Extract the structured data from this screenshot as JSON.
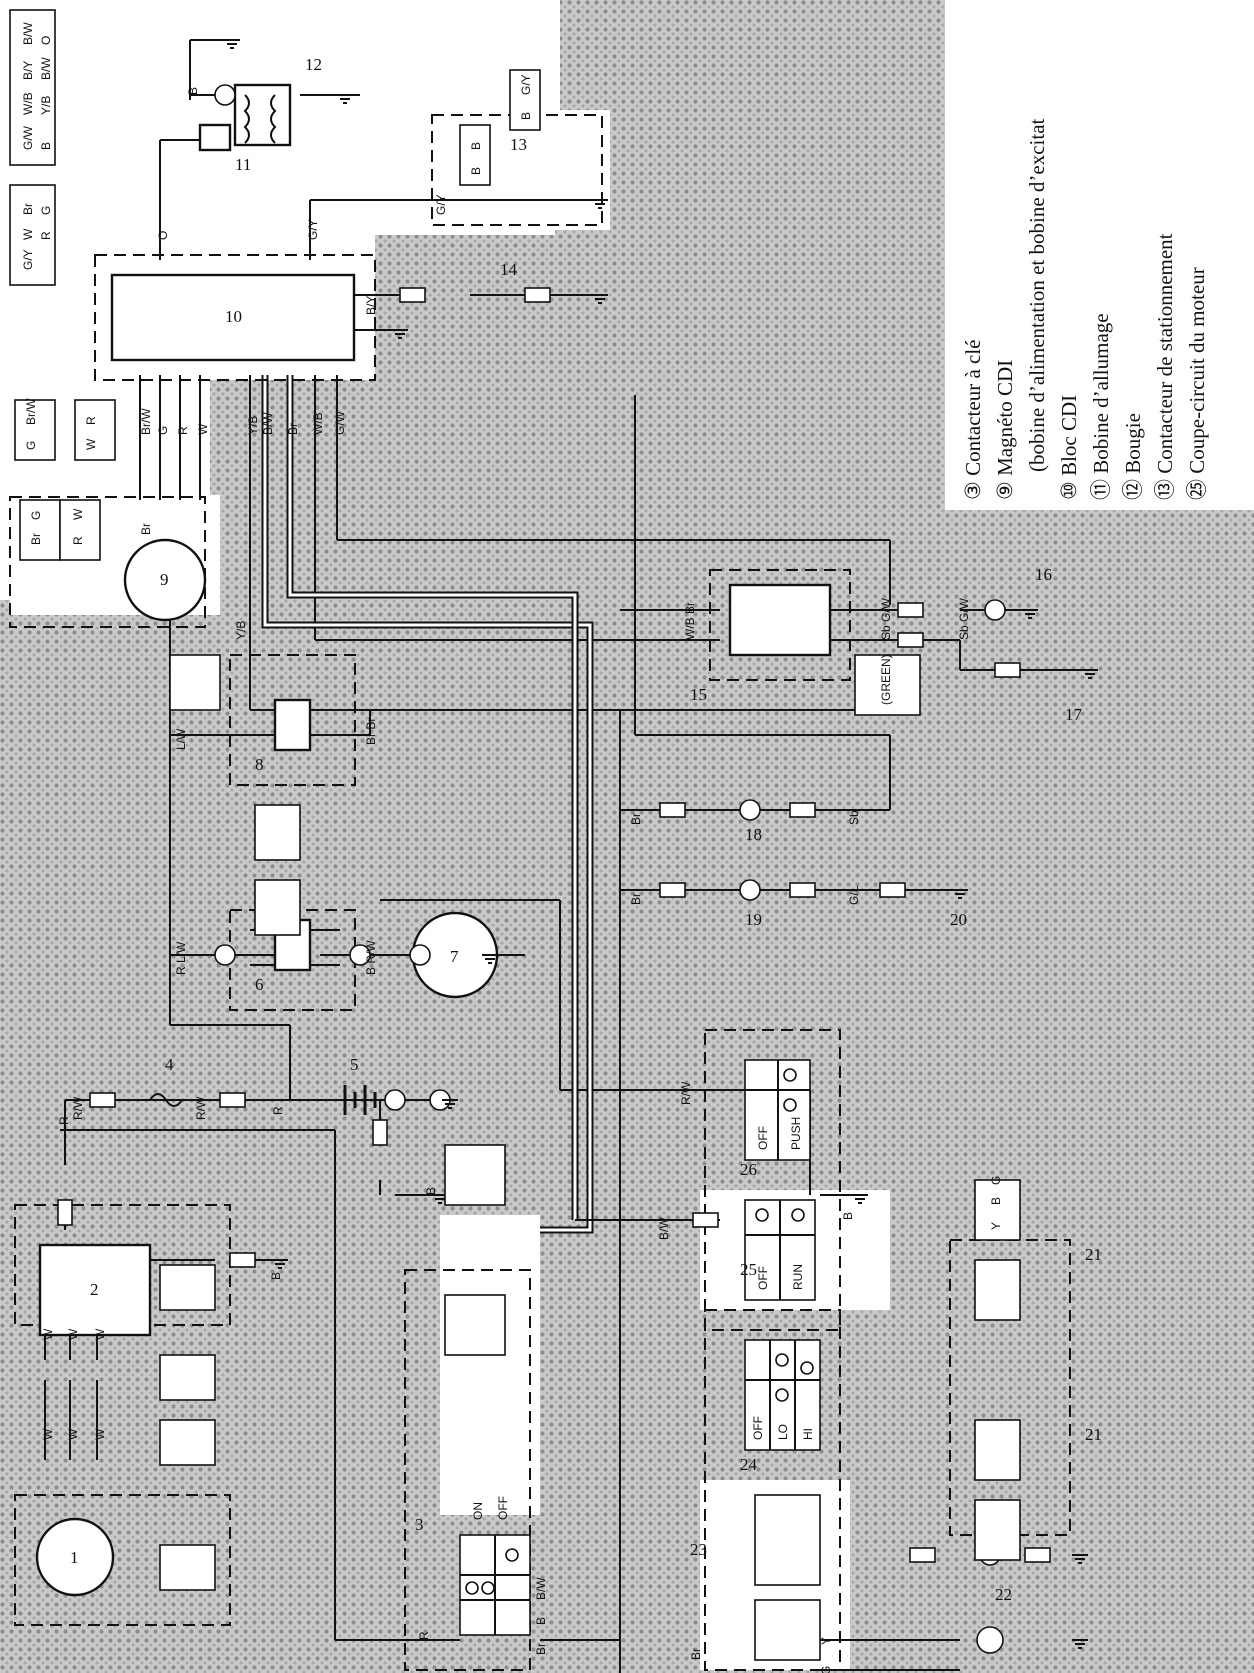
{
  "legend": {
    "items": [
      {
        "num": "3",
        "text": "Contacteur à clé"
      },
      {
        "num": "9",
        "text": "Magnéto CDI"
      },
      {
        "num": "",
        "text": "(bobine d’alimentation et bobine d’excitat"
      },
      {
        "num": "10",
        "text": "Bloc CDI"
      },
      {
        "num": "11",
        "text": "Bobine d’allumage"
      },
      {
        "num": "12",
        "text": "Bougie"
      },
      {
        "num": "13",
        "text": "Contacteur de stationnement"
      },
      {
        "num": "25",
        "text": "Coupe-circuit du moteur"
      }
    ]
  },
  "components": [
    {
      "num": "1"
    },
    {
      "num": "2"
    },
    {
      "num": "3"
    },
    {
      "num": "4"
    },
    {
      "num": "5"
    },
    {
      "num": "6"
    },
    {
      "num": "7"
    },
    {
      "num": "8"
    },
    {
      "num": "9"
    },
    {
      "num": "10"
    },
    {
      "num": "11"
    },
    {
      "num": "12"
    },
    {
      "num": "13"
    },
    {
      "num": "14"
    },
    {
      "num": "15"
    },
    {
      "num": "16"
    },
    {
      "num": "17"
    },
    {
      "num": "18"
    },
    {
      "num": "19"
    },
    {
      "num": "20"
    },
    {
      "num": "21"
    },
    {
      "num": "21"
    },
    {
      "num": "22"
    },
    {
      "num": "23"
    },
    {
      "num": "24"
    },
    {
      "num": "25"
    },
    {
      "num": "26"
    }
  ],
  "wire_labels": {
    "w": "W",
    "r": "R",
    "rw": "R/W",
    "b": "B",
    "br": "Br",
    "g": "G",
    "y": "Y",
    "l": "L",
    "sb": "Sb",
    "gl": "G/L",
    "gy": "G/Y",
    "bw": "B/W",
    "yb": "Y/B",
    "wb": "W/B",
    "gw": "G/W",
    "by": "B/Y",
    "lw": "L/W",
    "o": "O",
    "brw": "Br/W",
    "rlw": "R L/W",
    "brws": "B R/W",
    "wbbr": "W/B Br",
    "sbgw": "Sb G/W",
    "brbr": "Br Br",
    "rbw": "R B/W"
  },
  "switches": {
    "main": {
      "row1": "ON",
      "row2": "OFF"
    },
    "kill": {
      "row1": "OFF",
      "row2": "RUN"
    },
    "light": {
      "row1": "OFF",
      "row2": "LO",
      "row3": "HI"
    },
    "start": {
      "row1": "OFF",
      "row2": "PUSH"
    }
  },
  "connectors": {
    "relay_color": "(GREEN)",
    "cdi_top": [
      "G/W",
      "W/B",
      "B/Y",
      "B/W",
      "B",
      "Y/B",
      "B/W",
      "O"
    ],
    "cdi_left": [
      "G/Y",
      "W",
      "Br",
      "R",
      "G"
    ],
    "mag1": [
      "Br",
      "G"
    ],
    "mag2": [
      "R",
      "W"
    ],
    "mag3": [
      "G",
      "Br/W"
    ],
    "mag4": [
      "W",
      "R"
    ],
    "coil_conn": [
      "B",
      "G/Y"
    ],
    "park_conn": [
      "B",
      "B"
    ],
    "key1": [
      "B",
      "B/W",
      "R",
      "Br"
    ],
    "key2": [
      "B/W",
      "B",
      "Br",
      "R"
    ],
    "starter_relay": [
      "L/W",
      "Y/B",
      "Br",
      "Br"
    ],
    "reg1": [
      "L/W",
      "R/W"
    ],
    "reg2": [
      "L/W",
      "R/W"
    ],
    "relay15": [
      "G/W",
      "Sb",
      "Br",
      "W/B"
    ],
    "headlight": [
      "Y",
      "B",
      "G"
    ],
    "sw23a": [
      "Br",
      "R/W",
      "Y",
      "G",
      "L",
      "B"
    ],
    "sw23b": [
      "R/W",
      "Br",
      "G",
      "Y",
      "B",
      "L"
    ],
    "stator": [
      "W",
      "W",
      "W"
    ]
  }
}
